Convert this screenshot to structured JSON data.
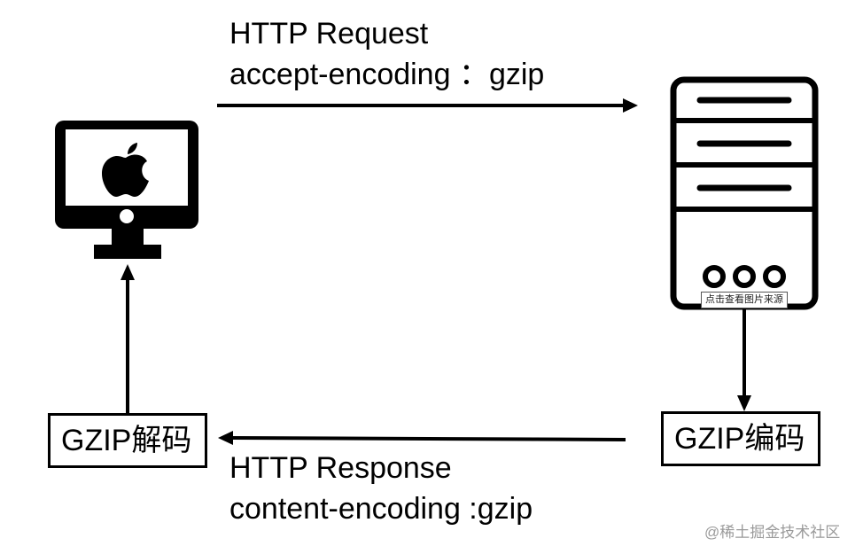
{
  "request": {
    "line1": "HTTP Request",
    "line2": "accept-encoding ：gzip"
  },
  "response": {
    "line1": "HTTP Response",
    "line2": "content-encoding :gzip"
  },
  "boxes": {
    "decode": "GZIP解码",
    "encode": "GZIP编码"
  },
  "server": {
    "caption": "点击查看图片来源"
  },
  "watermark": "@稀土掘金技术社区",
  "icons": {
    "client": "imac-computer-icon",
    "server": "server-tower-icon"
  }
}
